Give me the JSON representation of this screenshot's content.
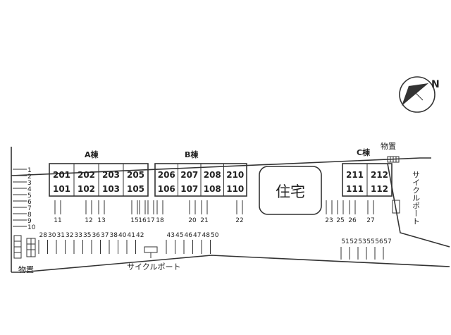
{
  "buildings": [
    {
      "label": "A棟",
      "units": [
        {
          "top": "201",
          "bottom": "101"
        },
        {
          "top": "202",
          "bottom": "102"
        },
        {
          "top": "203",
          "bottom": "103"
        },
        {
          "top": "205",
          "bottom": "105"
        }
      ]
    },
    {
      "label": "B棟",
      "units": [
        {
          "top": "206",
          "bottom": "106"
        },
        {
          "top": "207",
          "bottom": "107"
        },
        {
          "top": "208",
          "bottom": "108"
        },
        {
          "top": "210",
          "bottom": "110"
        }
      ]
    },
    {
      "label": "C棟",
      "units": [
        {
          "top": "211",
          "bottom": "111"
        },
        {
          "top": "212",
          "bottom": "112"
        }
      ]
    }
  ],
  "housing_label": "住宅",
  "storage_label": "物置",
  "cycle_port_label": "サイクルポート",
  "compass_label": "N",
  "left_column_numbers": [
    "1",
    "2",
    "3",
    "4",
    "5",
    "6",
    "7",
    "8",
    "9",
    "10"
  ],
  "front_row_numbers": [
    "11",
    "12",
    "13",
    "15",
    "16",
    "17",
    "18",
    "20",
    "21",
    "22",
    "23",
    "25",
    "26",
    "27"
  ],
  "back_row_left_numbers": [
    "28",
    "30",
    "31",
    "32",
    "33",
    "35",
    "36",
    "37",
    "38",
    "40",
    "41",
    "42"
  ],
  "back_row_mid_numbers": [
    "43",
    "45",
    "46",
    "47",
    "48",
    "50"
  ],
  "back_row_right_numbers": [
    "51",
    "52",
    "53",
    "55",
    "56",
    "57"
  ]
}
